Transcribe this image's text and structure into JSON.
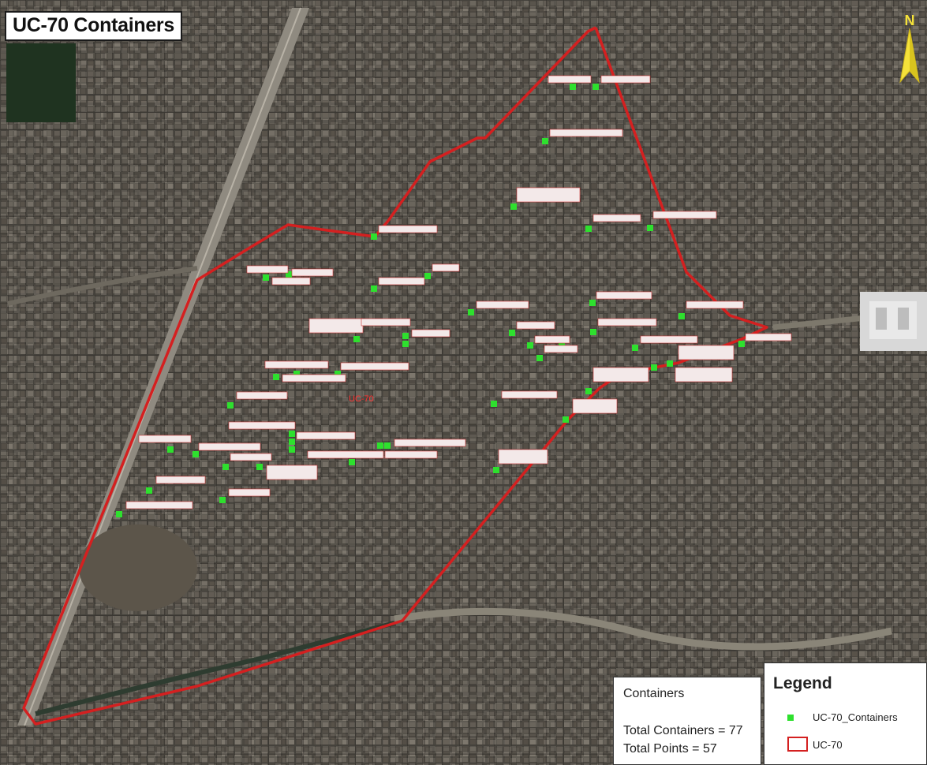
{
  "map": {
    "title": "UC-70 Containers",
    "north_label": "N",
    "area_label": "UC-70",
    "colors": {
      "boundary": "#d42020",
      "container_point": "#2ee02e",
      "label_text": "#ff2a2a"
    }
  },
  "info_box": {
    "header": "Containers",
    "total_containers": "Total Containers = 77",
    "total_points": "Total Points = 57"
  },
  "legend": {
    "title": "Legend",
    "items": [
      {
        "label": "UC-70_Containers",
        "symbol": "green-square-point"
      },
      {
        "label": "UC-70",
        "symbol": "red-outline-polygon"
      }
    ]
  }
}
